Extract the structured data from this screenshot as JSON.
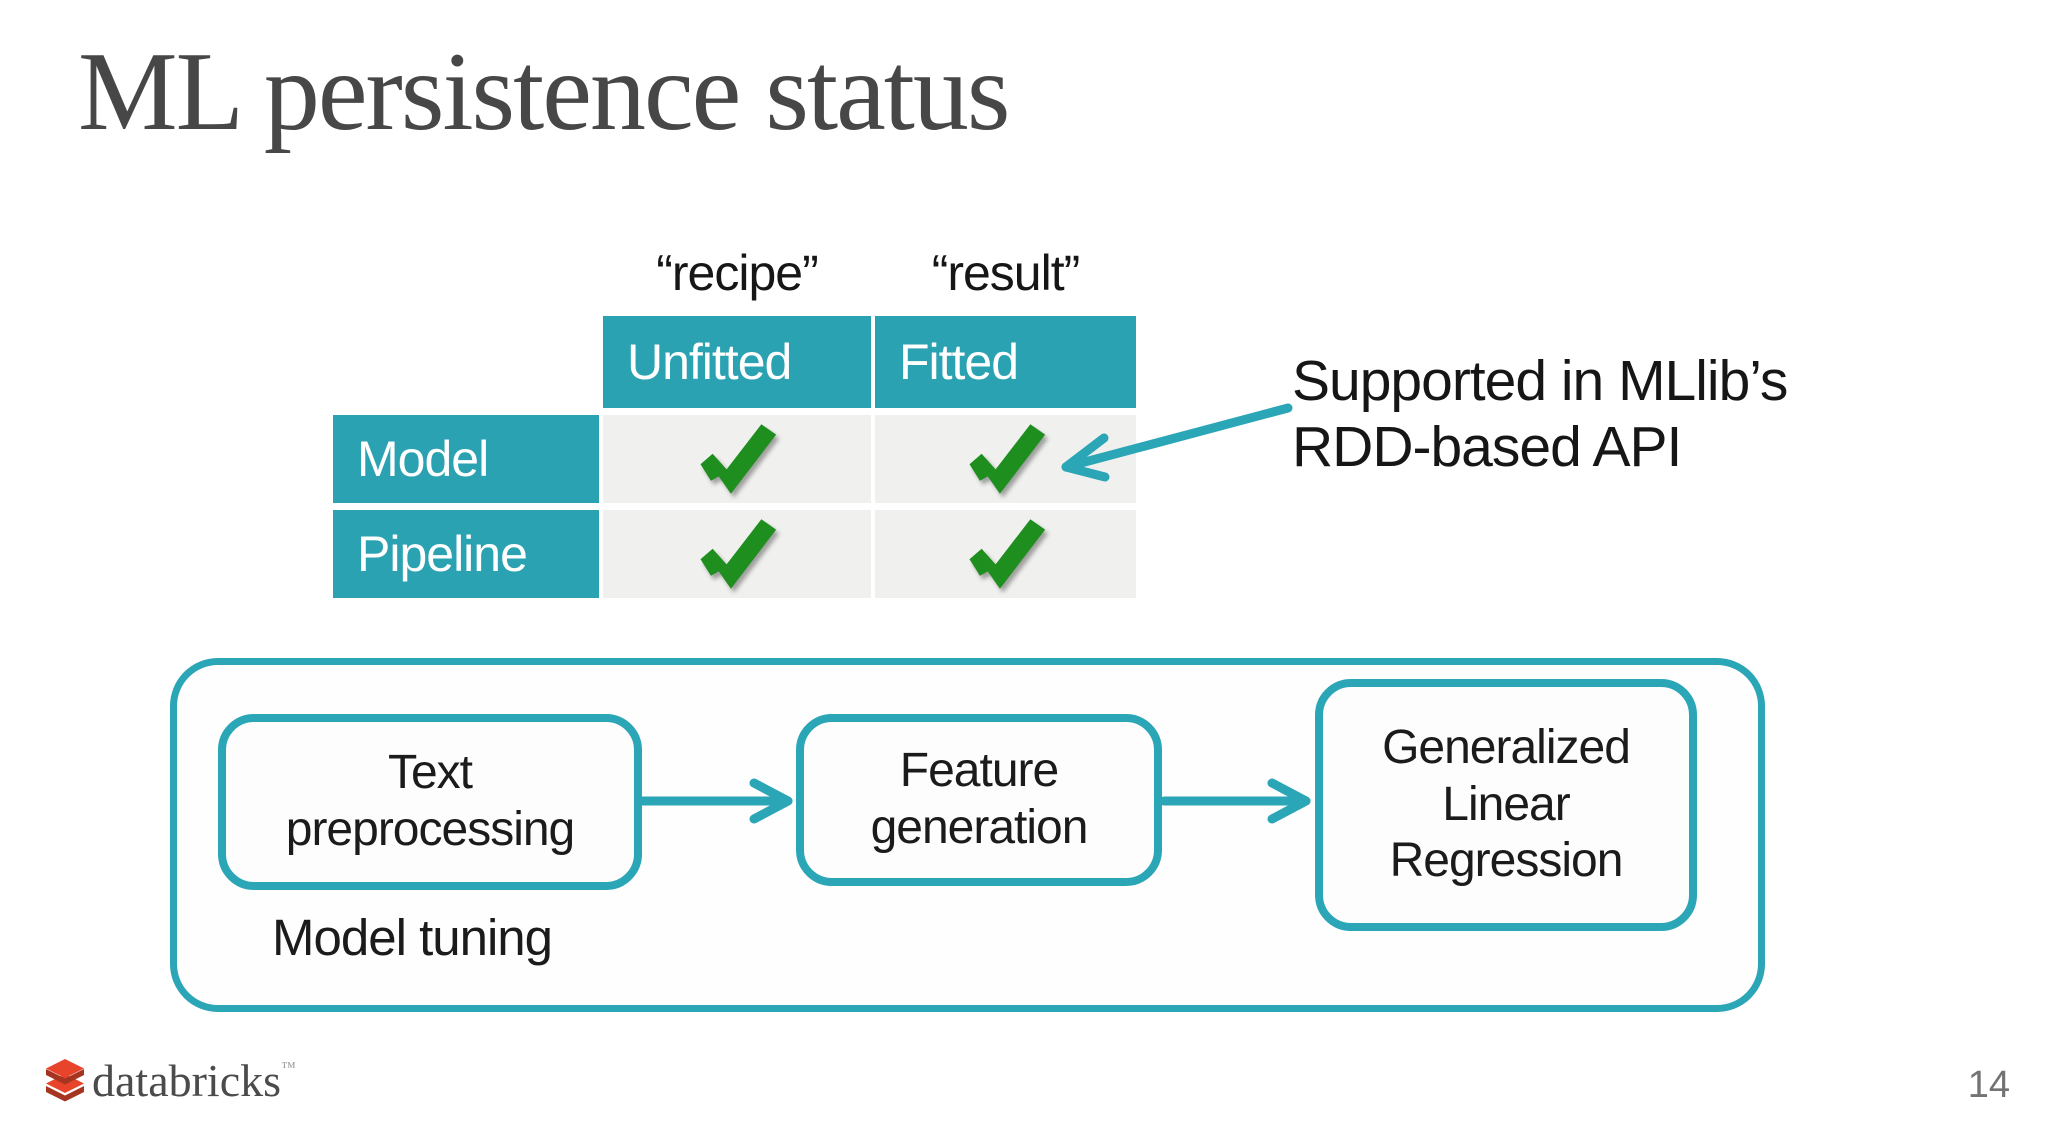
{
  "slide": {
    "title": "ML persistence status",
    "page_number": "14",
    "background_color": "#ffffff"
  },
  "status_table": {
    "quoted_labels": {
      "recipe": "“recipe”",
      "result": "“result”"
    },
    "column_headers": [
      "Unfitted",
      "Fitted"
    ],
    "rows": [
      {
        "label": "Model",
        "unfitted": "check",
        "fitted": "check"
      },
      {
        "label": "Pipeline",
        "unfitted": "check",
        "fitted": "check"
      }
    ],
    "colors": {
      "header_teal": "#2AA2B2",
      "cell_gray": "#F0F0EF",
      "check_green": "#1E8E1E"
    }
  },
  "annotation": {
    "text": "Supported in MLlib’s\nRDD-based API",
    "arrow_color": "#2BA6B6"
  },
  "pipeline_diagram": {
    "container_label": "Model tuning",
    "boxes": [
      {
        "label": "Text\npreprocessing"
      },
      {
        "label": "Feature\ngeneration"
      },
      {
        "label": "Generalized\nLinear\nRegression"
      }
    ],
    "border_color": "#2BA6B6"
  },
  "footer": {
    "logo_text": "databricks",
    "trademark": "™",
    "logo_colors": {
      "bright": "#E8432B",
      "dark": "#A6351F"
    }
  },
  "icons": {
    "check-icon": "✓ green checkmark",
    "arrow-right-icon": "→ teal arrow",
    "arrow-down-left-icon": "↙ teal callout arrow",
    "databricks-logo-icon": "stacked red bricks"
  }
}
